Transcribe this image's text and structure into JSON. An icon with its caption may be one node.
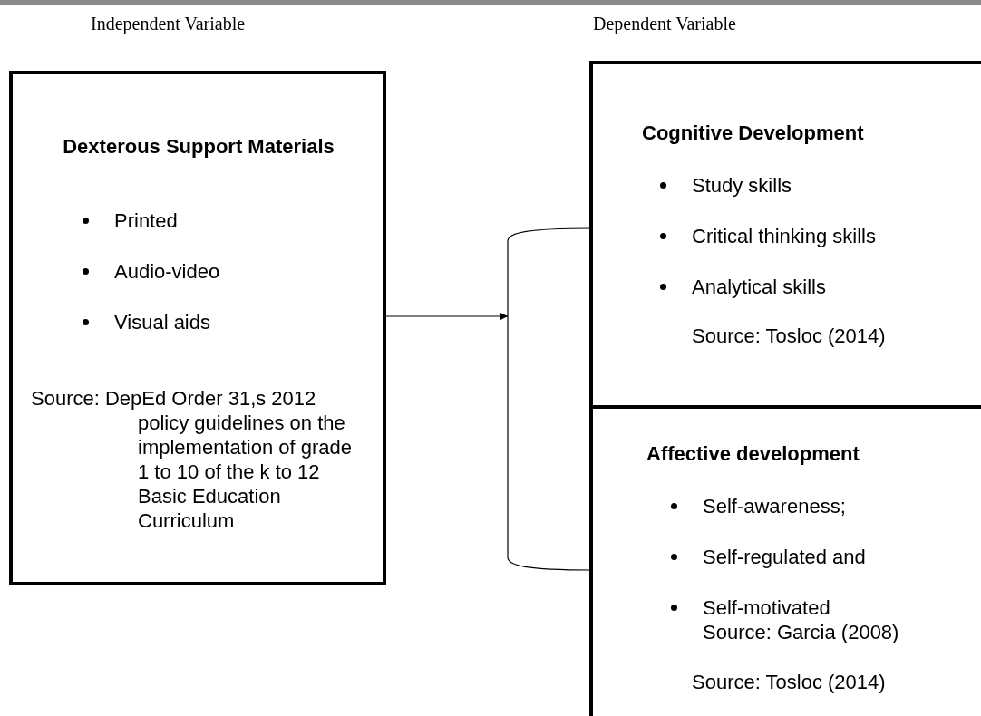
{
  "diagram": {
    "nodes": [
      {
        "text": [
          "Dexterous Support Materials",
          "Printed",
          "Audio-video",
          "Visual aids",
          "Source: DepEd Order 31,s 2012 policy guidelines on the implementation of grade 1 to 10 of the k to 12 Basic Education Curriculum"
        ]
      },
      {
        "text": [],
        "shape": "bracket"
      },
      {
        "text": [
          "Cognitive Development",
          "Study skills",
          "Critical thinking skills",
          "Analytical skills",
          "Source: Tosloc (2014)"
        ]
      },
      {
        "text": [
          "Affective development",
          "Self-awareness;",
          "Self-regulated and",
          "Self-motivated",
          "Source: Garcia (2008)",
          "Source: Tosloc (2014)"
        ]
      }
    ],
    "edges": [
      {
        "from": 0,
        "to": 1,
        "arrow": "to"
      }
    ],
    "labels": [
      "Independent Variable",
      "Dependent Variable"
    ]
  }
}
